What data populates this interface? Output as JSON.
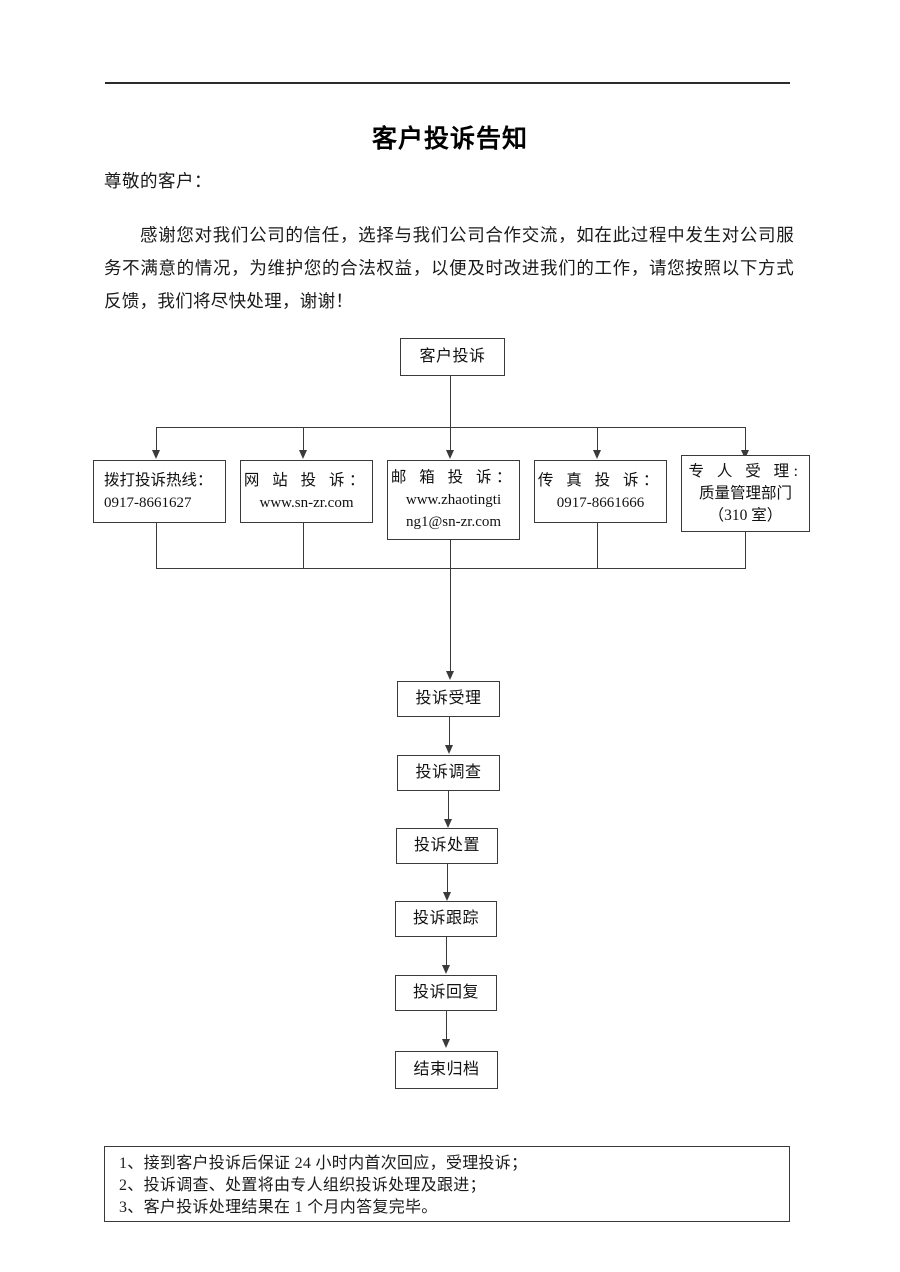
{
  "document": {
    "title": "客户投诉告知",
    "salutation": "尊敬的客户：",
    "intro": "感谢您对我们公司的信任，选择与我们公司合作交流，如在此过程中发生对公司服务不满意的情况，为维护您的合法权益，以便及时改进我们的工作，请您按照以下方式反馈，我们将尽快处理，谢谢！"
  },
  "flowchart": {
    "start": {
      "label": "客户投诉"
    },
    "channels": [
      {
        "heading": "拨打投诉热线：",
        "detail": "0917-8661627",
        "detail2": ""
      },
      {
        "heading": "网 站 投 诉：",
        "detail": "www.sn-zr.com",
        "detail2": ""
      },
      {
        "heading": "邮 箱 投 诉：",
        "detail": "www.zhaotingti",
        "detail2": "ng1@sn-zr.com"
      },
      {
        "heading": "传 真 投 诉：",
        "detail": "0917-8661666",
        "detail2": ""
      },
      {
        "heading": "专 人 受 理:",
        "detail": "质量管理部门",
        "detail2": "（310 室）"
      }
    ],
    "steps": [
      {
        "label": "投诉受理"
      },
      {
        "label": "投诉调查"
      },
      {
        "label": "投诉处置"
      },
      {
        "label": "投诉跟踪"
      },
      {
        "label": "投诉回复"
      },
      {
        "label": "结束归档"
      }
    ]
  },
  "notes": [
    "1、接到客户投诉后保证 24 小时内首次回应，受理投诉；",
    "2、投诉调查、处置将由专人组织投诉处理及跟进；",
    "3、客户投诉处理结果在 1 个月内答复完毕。"
  ]
}
